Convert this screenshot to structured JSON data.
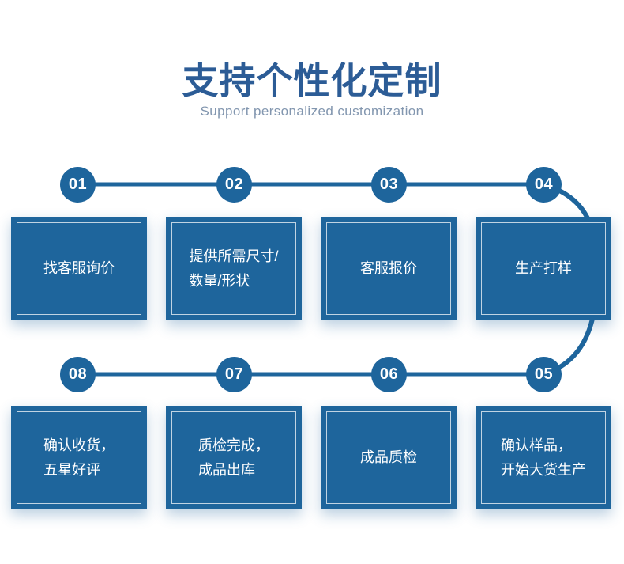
{
  "page": {
    "title": "支持个性化定制",
    "subtitle": "Support personalized customization"
  },
  "colors": {
    "primary_blue": "#1e659c",
    "title_blue": "#2c5c96",
    "subtitle_gray": "#8296af",
    "box_text": "#ffffff",
    "background": "#ffffff"
  },
  "steps": [
    {
      "number": "01",
      "lines": [
        "找客服询价"
      ]
    },
    {
      "number": "02",
      "lines": [
        "提供所需尺寸/",
        "数量/形状"
      ]
    },
    {
      "number": "03",
      "lines": [
        "客服报价"
      ]
    },
    {
      "number": "04",
      "lines": [
        "生产打样"
      ]
    },
    {
      "number": "05",
      "lines": [
        "确认样品，",
        "开始大货生产"
      ]
    },
    {
      "number": "06",
      "lines": [
        "成品质检"
      ]
    },
    {
      "number": "07",
      "lines": [
        "质检完成，",
        "成品出库"
      ]
    },
    {
      "number": "08",
      "lines": [
        "确认收货，",
        "五星好评"
      ]
    }
  ]
}
